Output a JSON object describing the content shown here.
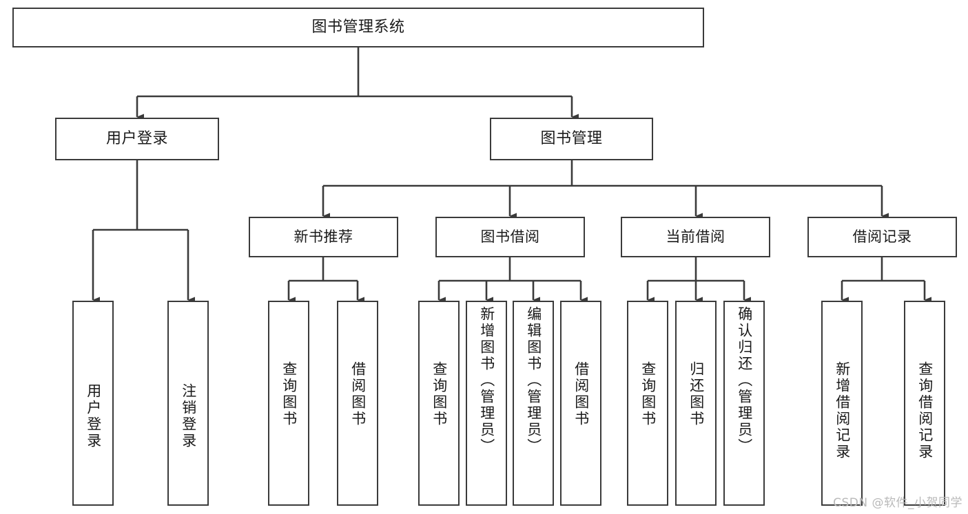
{
  "diagram": {
    "type": "tree",
    "title": "图书管理系统",
    "style": {
      "background": "#ffffff",
      "node_border": "#3a3a3a",
      "node_fill": "#ffffff",
      "edge_color": "#3a3a3a",
      "text_color": "#1a1a1a",
      "watermark_color": "#b9b9b9"
    },
    "root": {
      "label": "图书管理系统"
    },
    "level2": [
      {
        "label": "用户登录"
      },
      {
        "label": "图书管理"
      }
    ],
    "level3": [
      {
        "label": "新书推荐"
      },
      {
        "label": "图书借阅"
      },
      {
        "label": "当前借阅"
      },
      {
        "label": "借阅记录"
      }
    ],
    "leaves": {
      "user_login": [
        {
          "label": "用户登录"
        },
        {
          "label": "注销登录"
        }
      ],
      "new_book_recommend": [
        {
          "label": "查询图书"
        },
        {
          "label": "借阅图书"
        }
      ],
      "book_borrow": [
        {
          "label": "查询图书"
        },
        {
          "label": "新增图书（管理员）"
        },
        {
          "label": "编辑图书（管理员）"
        },
        {
          "label": "借阅图书"
        }
      ],
      "current_borrow": [
        {
          "label": "查询图书"
        },
        {
          "label": "归还图书"
        },
        {
          "label": "确认归还（管理员）"
        }
      ],
      "borrow_record": [
        {
          "label": "新增借阅记录"
        },
        {
          "label": "查询借阅记录"
        }
      ]
    }
  },
  "watermark": {
    "text": "CSDN @软件_小贺同学"
  }
}
